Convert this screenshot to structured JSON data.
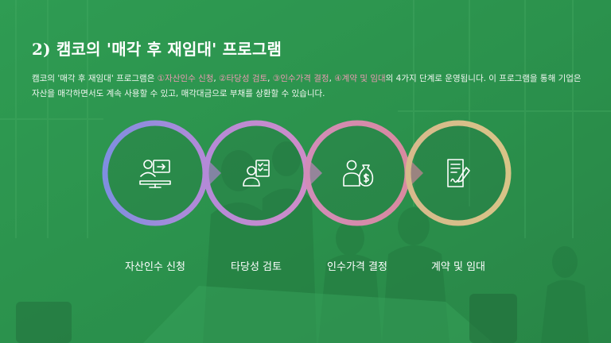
{
  "slide": {
    "title_num": "2)",
    "title_text": "캠코의 '매각 후 재임대' 프로그램",
    "desc": {
      "prefix": "캠코의 '매각 후 재임대' 프로그램은 ",
      "step1": "①자산인수 신청",
      "sep1": ", ",
      "step2": "②타당성 검토",
      "sep2": ", ",
      "step3": "③인수가격 결정",
      "sep3": ", ",
      "step4": "④계약 및 임대",
      "suffix": "의 4가지 단계로 운영됩니다. 이 프로그램을 통해 기업은 자산을 매각하면서도 계속 사용할 수 있고, 매각대금으로 부채를 상환할 수 있습니다."
    }
  },
  "steps": [
    {
      "label": "자산인수 신청",
      "icon": "presenter-screen-icon"
    },
    {
      "label": "타당성 검토",
      "icon": "person-checklist-icon"
    },
    {
      "label": "인수가격 결정",
      "icon": "person-money-bag-icon"
    },
    {
      "label": "계약 및 임대",
      "icon": "contract-signing-icon"
    }
  ],
  "colors": {
    "background_green": "#2f9a52",
    "highlight_pink": "#e89ab0",
    "ring1": "#8a86d8",
    "ring2": "#c58fd6",
    "ring3": "#d98aa8",
    "ring4": "#d8c487"
  }
}
